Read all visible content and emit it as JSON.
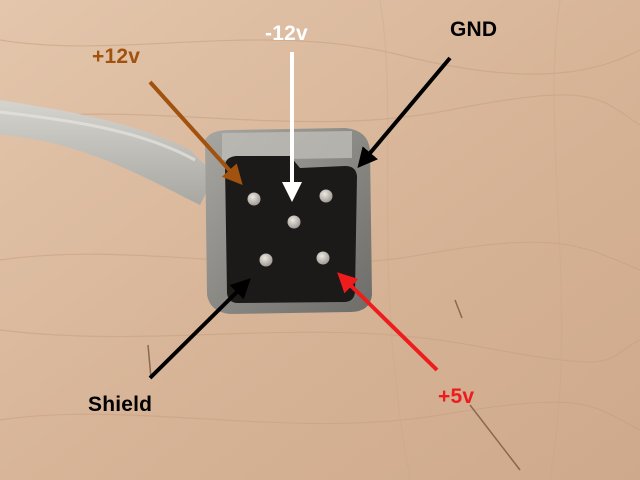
{
  "photo": {
    "background_color": "#d9b89c",
    "cable_color": "#c8c6c0",
    "connector_shell_color": "#8e8d88",
    "connector_face_color": "#1c1a19",
    "pin_color": "#c9c4bd"
  },
  "labels": {
    "plus12": {
      "text": "+12v",
      "color": "#a0520e"
    },
    "minus12": {
      "text": "-12v",
      "color": "#ffffff"
    },
    "gnd": {
      "text": "GND",
      "color": "#000000"
    },
    "shield": {
      "text": "Shield",
      "color": "#000000"
    },
    "plus5": {
      "text": "+5v",
      "color": "#ee1c1c"
    }
  }
}
